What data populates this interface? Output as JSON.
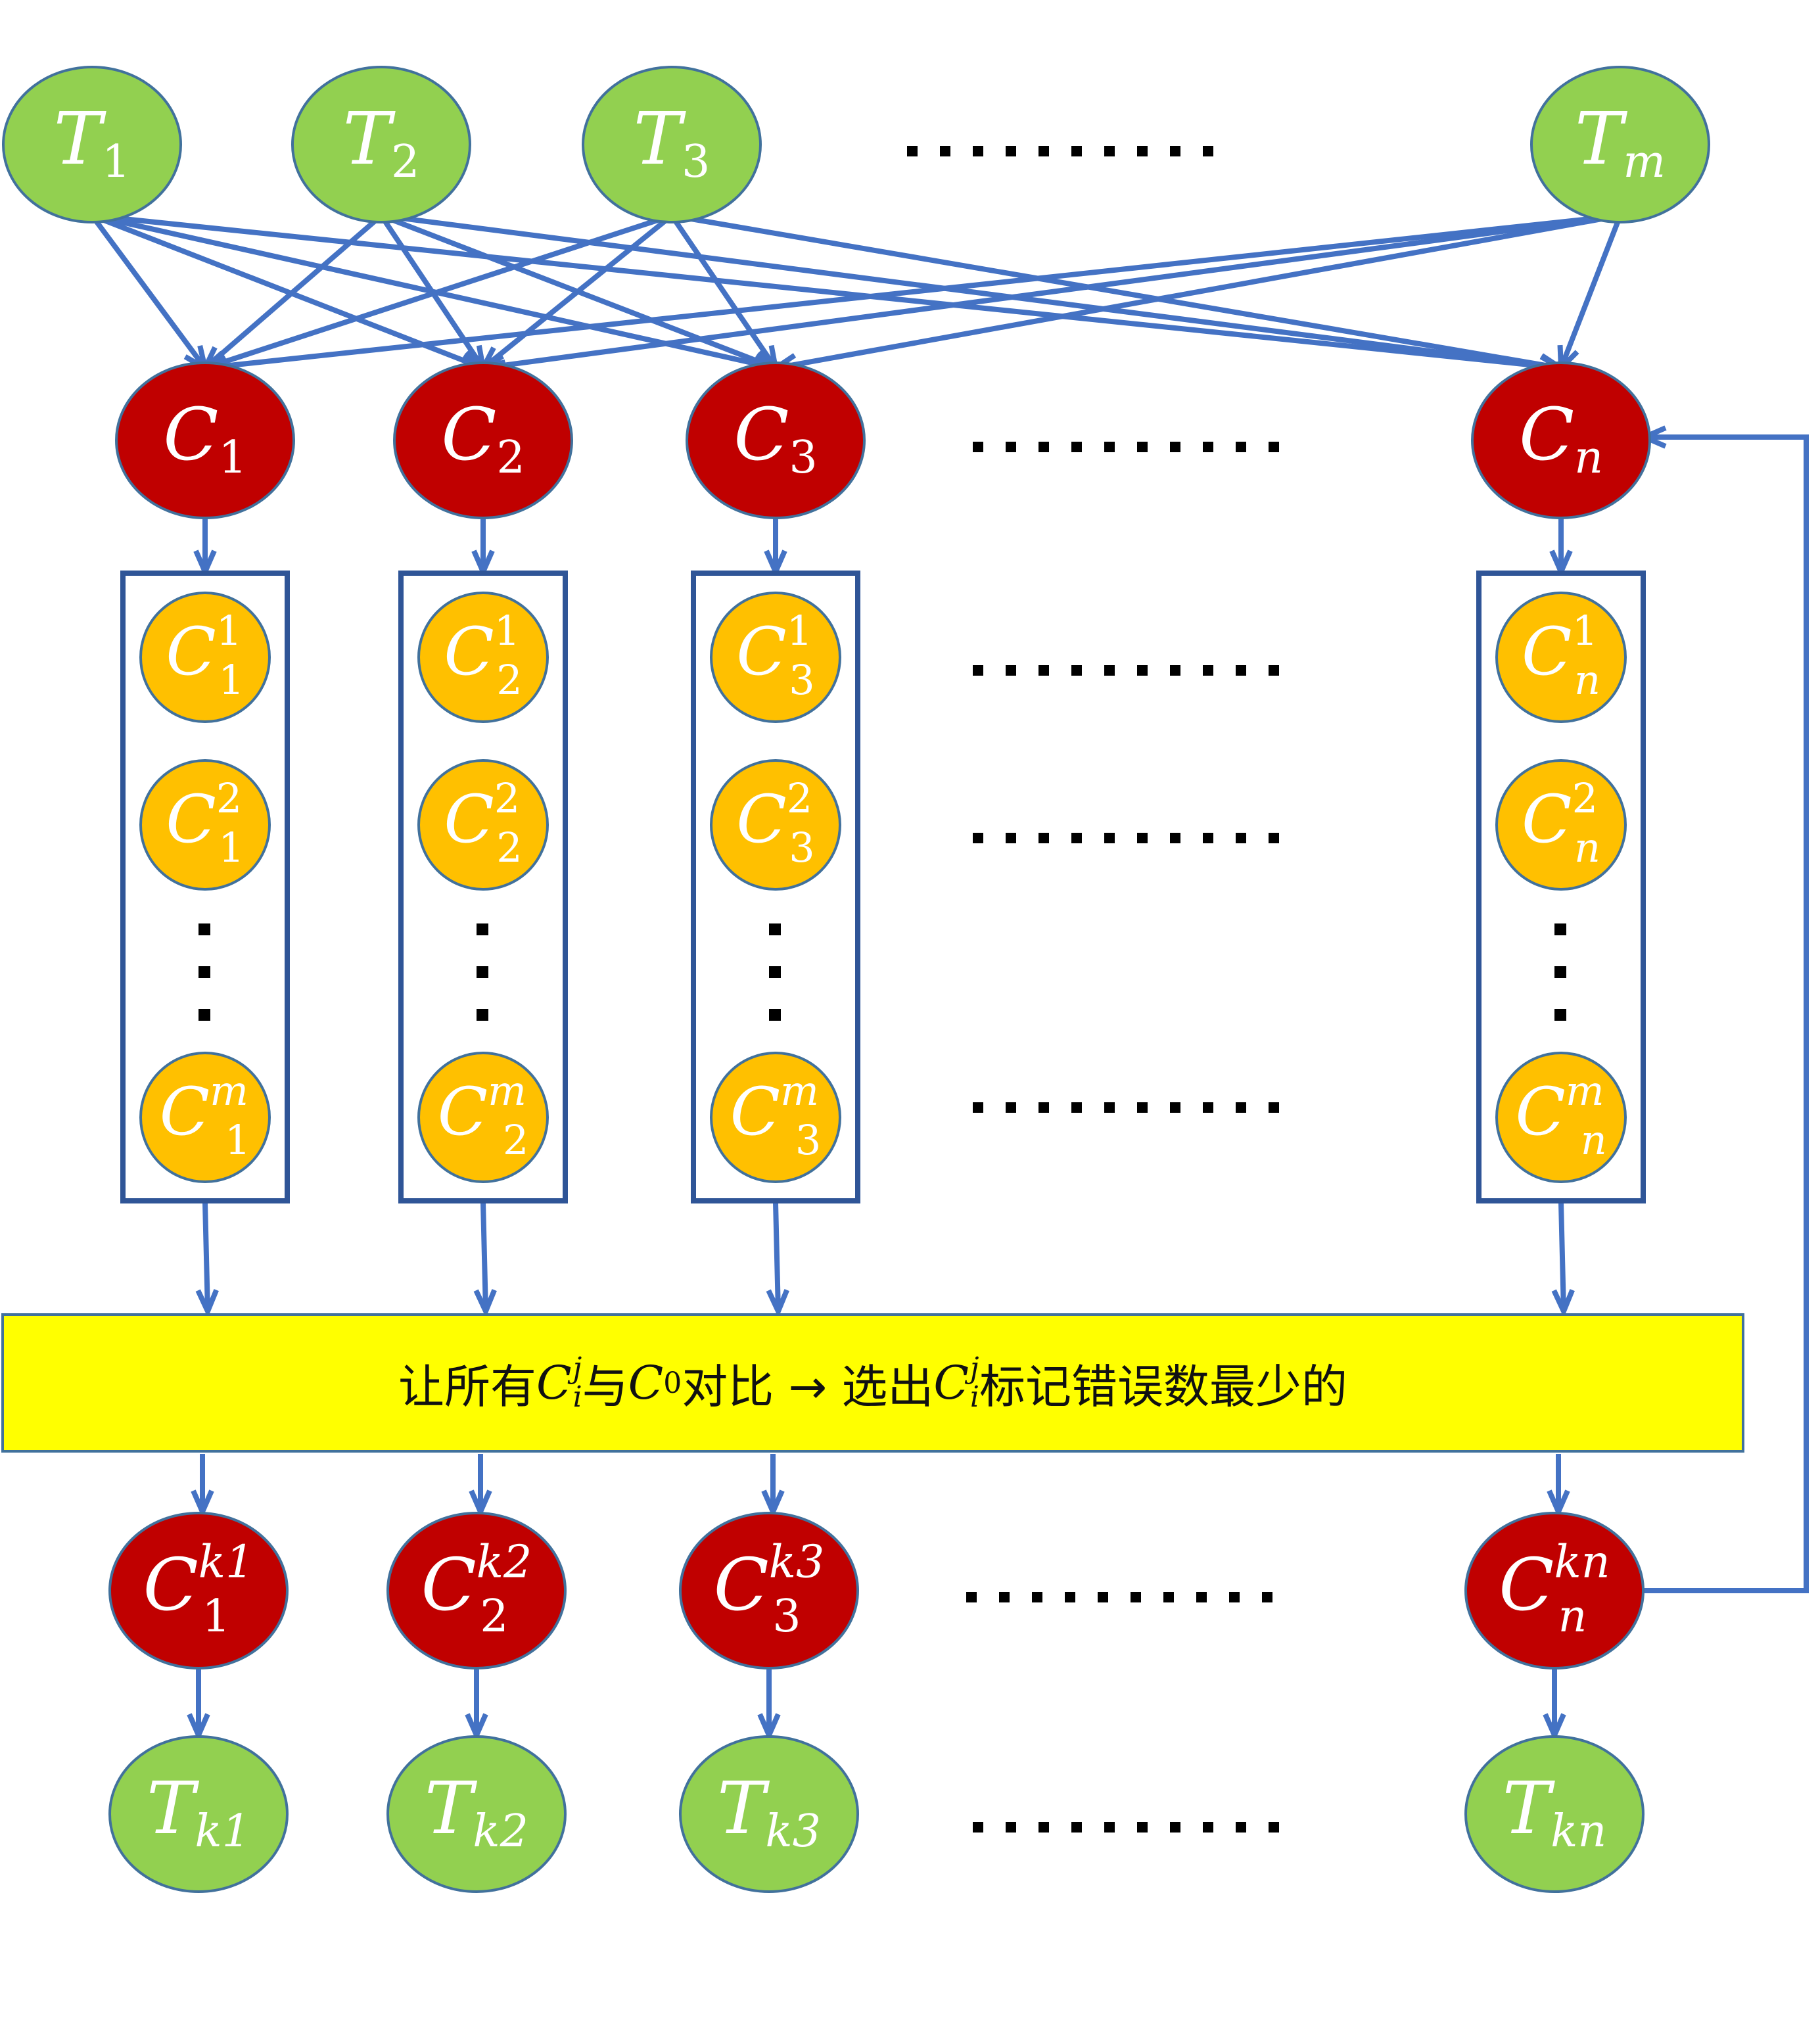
{
  "colors": {
    "task_node": "#92d050",
    "classifier_node": "#c00000",
    "sub_node": "#ffc000",
    "arrow": "#4472c4",
    "group_box": "#2f5597",
    "condition_box": "#ffff00"
  },
  "task_nodes": [
    {
      "base": "T",
      "sub": "1"
    },
    {
      "base": "T",
      "sub": "2"
    },
    {
      "base": "T",
      "sub": "3"
    },
    {
      "base": "T",
      "sub": "m",
      "sub_italic": true
    }
  ],
  "classifier_nodes": [
    {
      "base": "C",
      "sub": "1"
    },
    {
      "base": "C",
      "sub": "2"
    },
    {
      "base": "C",
      "sub": "3"
    },
    {
      "base": "C",
      "sub": "n",
      "sub_italic": true
    }
  ],
  "sub_classifier_groups": [
    {
      "index": "1",
      "items": [
        {
          "sup": "1"
        },
        {
          "sup": "2"
        },
        {
          "sup": "m"
        }
      ]
    },
    {
      "index": "2",
      "items": [
        {
          "sup": "1"
        },
        {
          "sup": "2"
        },
        {
          "sup": "m"
        }
      ]
    },
    {
      "index": "3",
      "items": [
        {
          "sup": "1"
        },
        {
          "sup": "2"
        },
        {
          "sup": "m"
        }
      ]
    },
    {
      "index": "n",
      "items": [
        {
          "sup": "1"
        },
        {
          "sup": "2"
        },
        {
          "sup": "m"
        }
      ]
    }
  ],
  "condition": {
    "part1": "让所有",
    "ci": "C",
    "ci_sup": "j",
    "ci_sub": "i",
    "part2": "与",
    "c0": "C",
    "c0_sub": "0",
    "part3": "对比 → 选出",
    "ci2": "C",
    "ci2_sup": "j",
    "ci2_sub": "i",
    "part4": "标记错误数最少的"
  },
  "selected_nodes": [
    {
      "base": "C",
      "sub": "1",
      "sup": "k1"
    },
    {
      "base": "C",
      "sub": "2",
      "sup": "k2"
    },
    {
      "base": "C",
      "sub": "3",
      "sup": "k3"
    },
    {
      "base": "C",
      "sub": "n",
      "sup": "kn"
    }
  ],
  "result_nodes": [
    {
      "base": "T",
      "sub": "k1"
    },
    {
      "base": "T",
      "sub": "k2"
    },
    {
      "base": "T",
      "sub": "k3"
    },
    {
      "base": "T",
      "sub": "kn"
    }
  ],
  "ellipsis": "..........",
  "vertical_ellipsis": "⋮"
}
